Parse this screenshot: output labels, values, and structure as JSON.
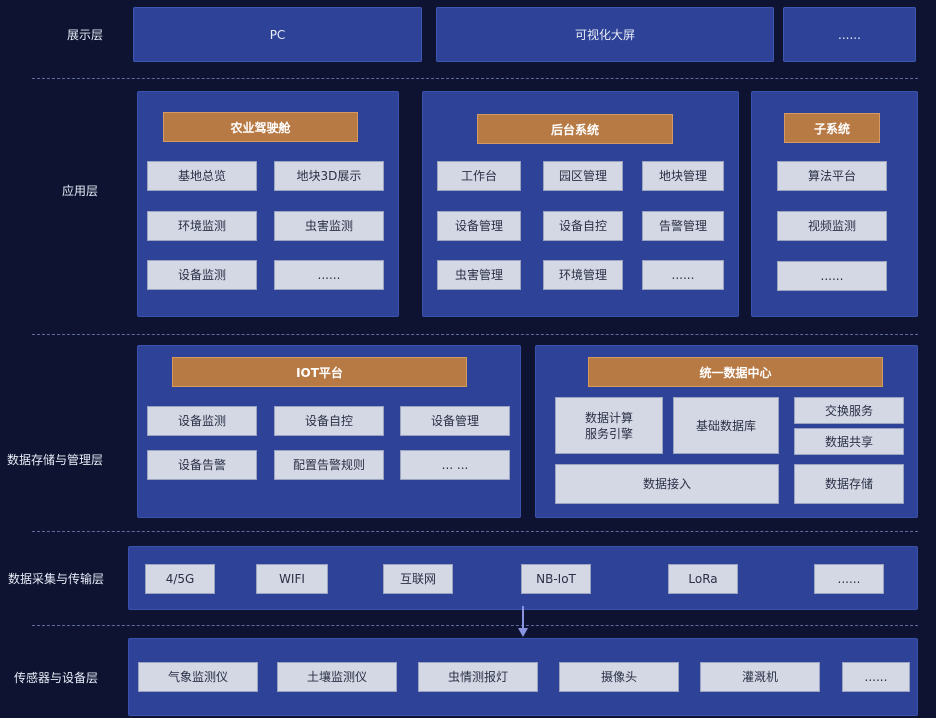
{
  "layers": {
    "display": "展示层",
    "application": "应用层",
    "storage": "数据存储与管理层",
    "transport": "数据采集与传输层",
    "sensor": "传感器与设备层"
  },
  "display": [
    "PC",
    "可视化大屏",
    "......"
  ],
  "application": {
    "cockpit": {
      "title": "农业驾驶舱",
      "items": [
        "基地总览",
        "地块3D展示",
        "环境监测",
        "虫害监测",
        "设备监测",
        "......"
      ]
    },
    "backend": {
      "title": "后台系统",
      "items": [
        "工作台",
        "园区管理",
        "地块管理",
        "设备管理",
        "设备自控",
        "告警管理",
        "虫害管理",
        "环境管理",
        "......"
      ]
    },
    "subsystem": {
      "title": "子系统",
      "items": [
        "算法平台",
        "视频监测",
        "......"
      ]
    }
  },
  "storage": {
    "iot": {
      "title": "IOT平台",
      "items": [
        "设备监测",
        "设备自控",
        "设备管理",
        "设备告警",
        "配置告警规则",
        "... ..."
      ]
    },
    "data_center": {
      "title": "统一数据中心",
      "compute": "数据计算\n服务引擎",
      "base_db": "基础数据库",
      "exchange": "交换服务",
      "share": "数据共享",
      "access": "数据接入",
      "store": "数据存储"
    }
  },
  "transport": [
    "4/5G",
    "WIFI",
    "互联网",
    "NB-IoT",
    "LoRa",
    "......"
  ],
  "sensor": [
    "气象监测仪",
    "土壤监测仪",
    "虫情测报灯",
    "摄像头",
    "灌溉机",
    "......"
  ],
  "colors": {
    "background": "#0d1330",
    "panel": "#2e4397",
    "header": "#b87a45",
    "item": "#d4d8e5",
    "arrow": "#8a93e0"
  }
}
